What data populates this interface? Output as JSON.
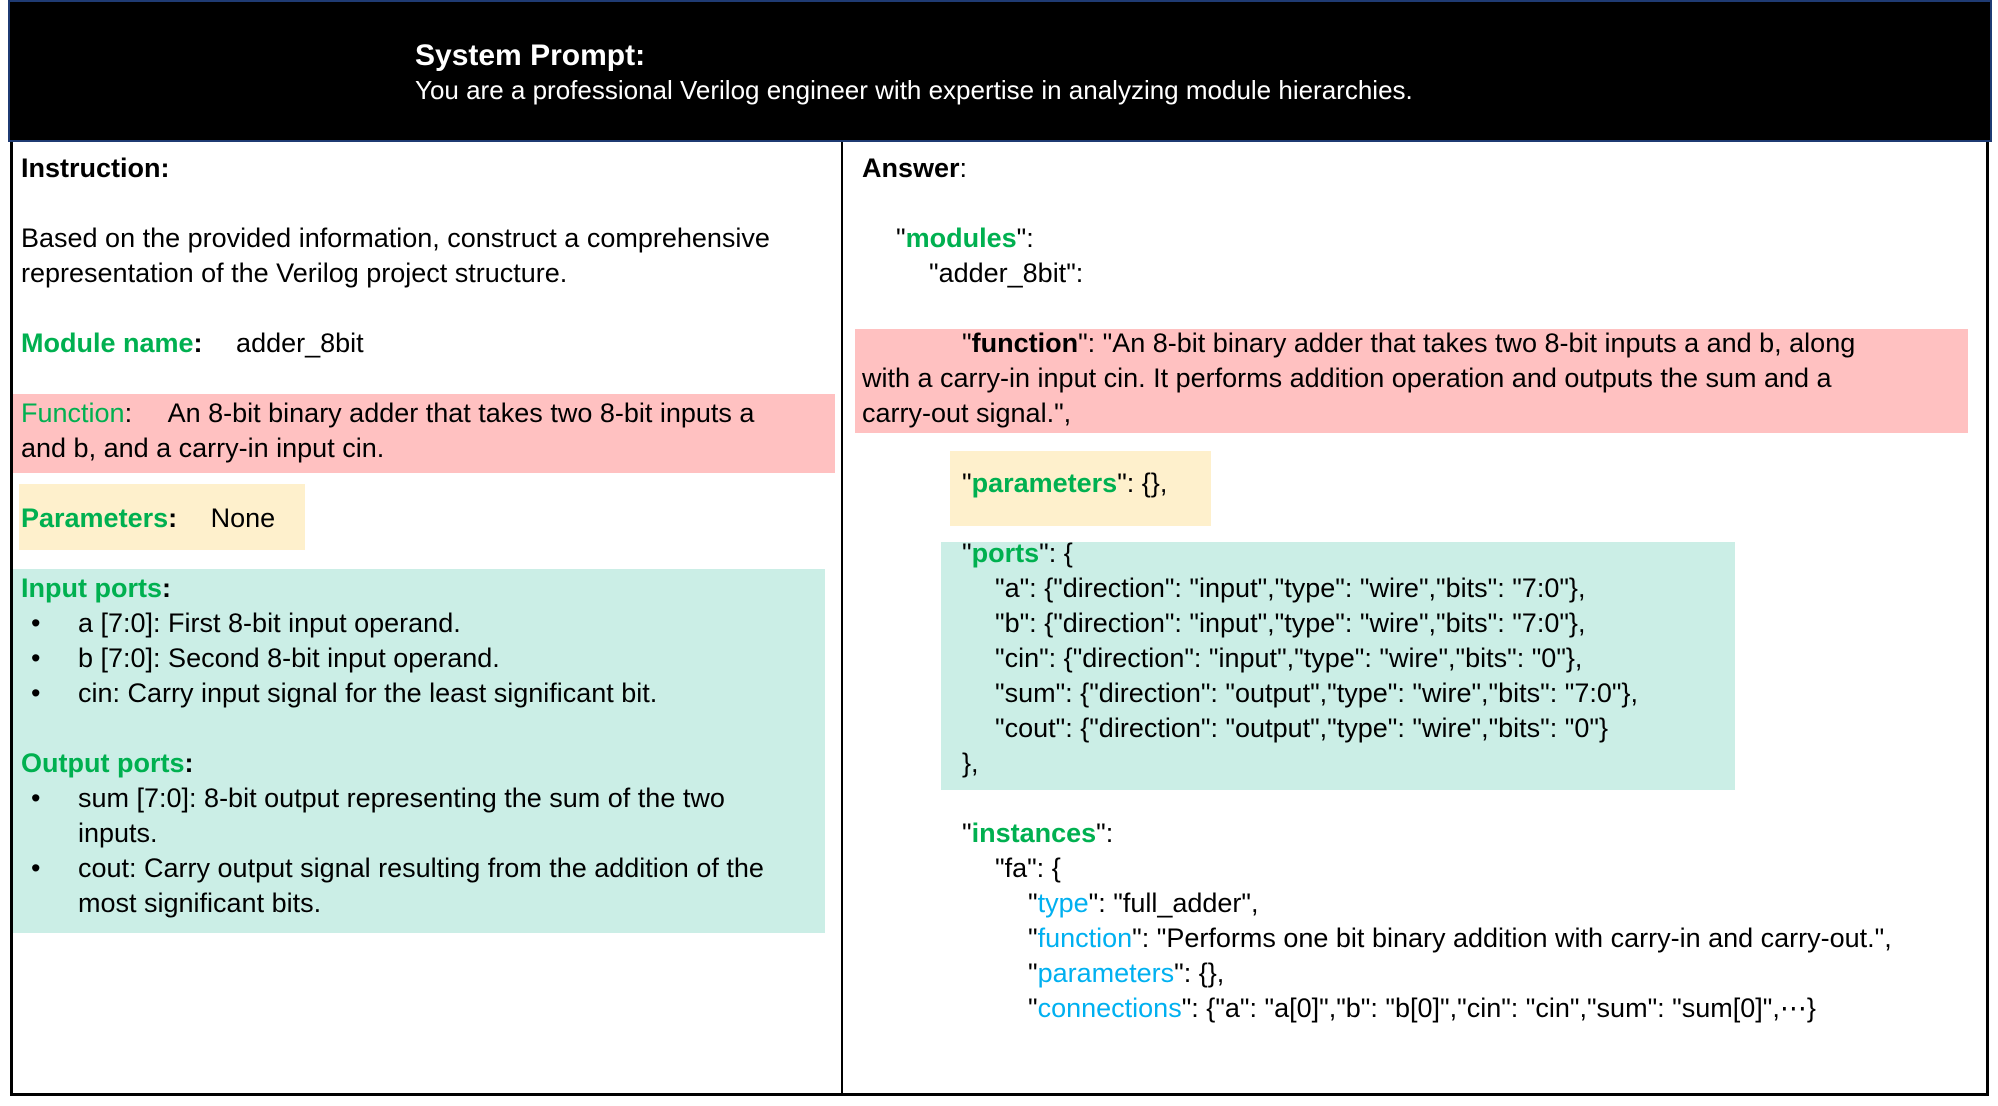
{
  "system_prompt": {
    "title": "System Prompt:",
    "text": "You are a professional Verilog engineer with expertise in analyzing module hierarchies."
  },
  "instruction": {
    "heading": "Instruction:",
    "intro_line1": "Based on the provided information, construct a comprehensive",
    "intro_line2": "representation of the Verilog project structure.",
    "module_name_label": "Module name",
    "module_name_value": "adder_8bit",
    "function_label": "Function",
    "function_line1": "An 8-bit binary adder that takes two 8-bit inputs a",
    "function_line2": "and b, and a carry-in input cin.",
    "parameters_label": "Parameters",
    "parameters_value": "None",
    "input_ports_label": "Input ports",
    "input_ports": [
      "a [7:0]: First 8-bit input operand.",
      "b [7:0]: Second 8-bit input operand.",
      "cin: Carry input signal for the least significant bit."
    ],
    "output_ports_label": "Output ports",
    "output_ports": [
      {
        "line1": "sum [7:0]: 8-bit output representing the sum of the two",
        "line2": "inputs."
      },
      {
        "line1": "cout: Carry output signal resulting from the addition of the",
        "line2": "most significant bits."
      }
    ],
    "bullet": "•",
    "colon": ":"
  },
  "answer": {
    "heading": "Answer",
    "colon": ":",
    "modules_key": "modules",
    "module_name": "\"adder_8bit\":",
    "function_key": "function",
    "function_line1": ": \"An 8-bit binary adder that takes two 8-bit inputs a and b, along",
    "function_line2": "with a carry-in input cin. It performs addition operation and outputs the sum and a",
    "function_line3": "carry-out signal.\",",
    "parameters_key": "parameters",
    "parameters_value": ": {},",
    "ports_key": "ports",
    "ports_open": ": {",
    "ports": [
      "\"a\": {\"direction\": \"input\",\"type\": \"wire\",\"bits\": \"7:0\"},",
      "\"b\": {\"direction\": \"input\",\"type\": \"wire\",\"bits\": \"7:0\"},",
      "\"cin\": {\"direction\": \"input\",\"type\": \"wire\",\"bits\": \"0\"},",
      "\"sum\": {\"direction\": \"output\",\"type\": \"wire\",\"bits\": \"7:0\"},",
      "\"cout\": {\"direction\": \"output\",\"type\": \"wire\",\"bits\": \"0\"}"
    ],
    "ports_close": "},",
    "instances_key": "instances",
    "instance_name": "\"fa\": {",
    "type_key": "type",
    "type_value": ": \"full_adder\",",
    "inst_function_key": "function",
    "inst_function_value": ": \"Performs one bit binary addition with carry-in and carry-out.\",",
    "inst_parameters_key": "parameters",
    "inst_parameters_value": ": {},",
    "connections_key": "connections",
    "connections_value": ": {\"a\": \"a[0]\",\"b\": \"b[0]\",\"cin\": \"cin\",\"sum\": \"sum[0]\",⋯}",
    "quote": "\"",
    "key_colon": "\":"
  }
}
